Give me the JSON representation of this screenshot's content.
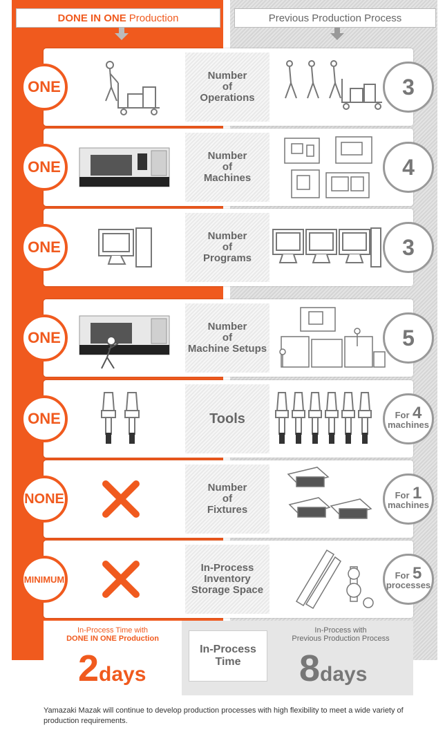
{
  "header": {
    "left_bold": "DONE IN ONE",
    "left_rest": "Production",
    "right": "Previous Production Process"
  },
  "rows": [
    {
      "left": "ONE",
      "label": [
        "Number",
        "of",
        "Operations"
      ],
      "right_num": "3"
    },
    {
      "left": "ONE",
      "label": [
        "Number",
        "of",
        "Machines"
      ],
      "right_num": "4"
    },
    {
      "left": "ONE",
      "label": [
        "Number",
        "of",
        "Programs"
      ],
      "right_num": "3"
    },
    {
      "left": "ONE",
      "label": [
        "Number",
        "of",
        "Machine Setups"
      ],
      "right_num": "5"
    },
    {
      "left": "ONE",
      "label": [
        "Tools"
      ],
      "right_for": "For",
      "right_num": "4",
      "right_unit": "machines"
    },
    {
      "left": "NONE",
      "label": [
        "Number",
        "of",
        "Fixtures"
      ],
      "right_for": "For",
      "right_num": "1",
      "right_unit": "machines"
    },
    {
      "left": "MINIMUM",
      "label": [
        "In-Process",
        "Inventory",
        "Storage Space"
      ],
      "right_for": "For",
      "right_num": "5",
      "right_unit": "processes"
    }
  ],
  "bottom": {
    "left_line1": "In-Process Time with",
    "left_line2": "DONE IN ONE Production",
    "left_num": "2",
    "left_unit": "days",
    "mid_line1": "In-Process",
    "mid_line2": "Time",
    "right_line1": "In-Process with",
    "right_line2": "Previous Production Process",
    "right_num": "8",
    "right_unit": "days"
  },
  "footer": "Yamazaki Mazak will continue to develop production processes with high flexibility to meet a wide variety of production requirements.",
  "colors": {
    "accent": "#f05a1e",
    "grey": "#777777"
  }
}
